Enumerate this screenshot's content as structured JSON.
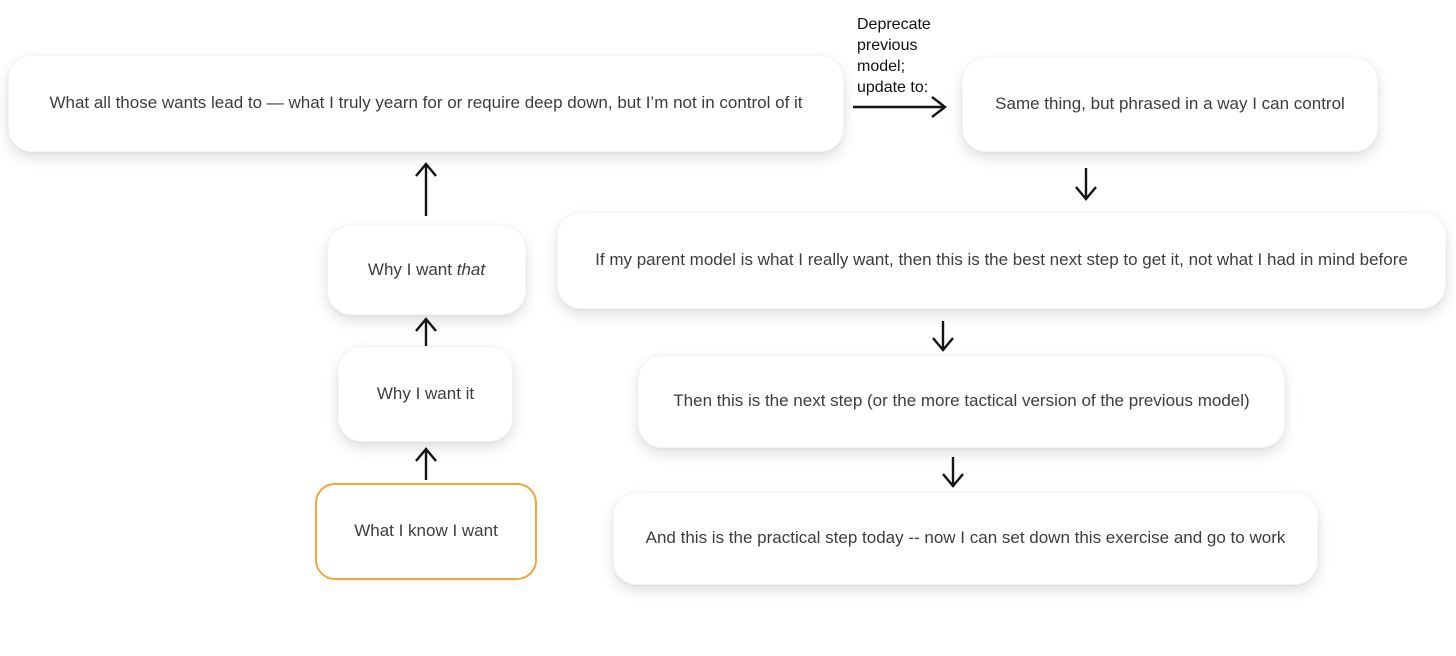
{
  "diagram": {
    "title_hint": "want-ladder flowchart",
    "colors": {
      "background": "#ffffff",
      "node_background": "#ffffff",
      "node_text": "#3d3d3d",
      "arrow": "#141414",
      "edge_label_text": "#111111",
      "highlight_border": "#f0a73c"
    },
    "nodes": {
      "parent": {
        "text": "What all those wants lead to — what I truly yearn for or require deep down, but I’m not in control of it"
      },
      "controllable": {
        "text": "Same thing, but phrased in a way I can control"
      },
      "next_step": {
        "text": "If my parent model is what I really want, then this is the best next step to get it, not what I had in mind before"
      },
      "tactical": {
        "text": "Then this is the next step (or the more tactical version of the previous model)"
      },
      "practical": {
        "text": "And this is the practical step today -- now I can set down this exercise and go to work"
      },
      "why_that": {
        "text_prefix": "Why I want ",
        "text_italic": "that"
      },
      "why_it": {
        "text": "Why I want it"
      },
      "known_want": {
        "text": "What I know I want"
      }
    },
    "edge_label": "Deprecate\nprevious\nmodel;\nupdate to:"
  }
}
